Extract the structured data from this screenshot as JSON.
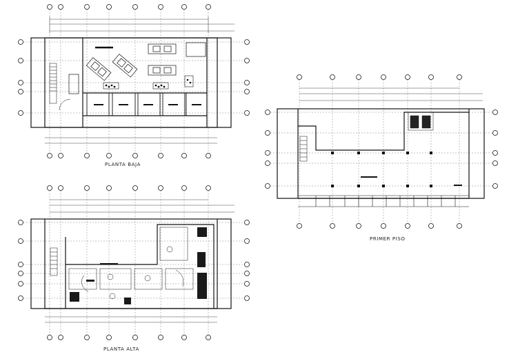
{
  "plans": [
    {
      "id": "ground",
      "label": "PLANTA BAJA"
    },
    {
      "id": "first",
      "label": "PRIMER PISO"
    },
    {
      "id": "upper",
      "label": "PLANTA ALTA"
    }
  ],
  "colors": {
    "background": "#ffffff",
    "line": "#111111",
    "fill": "#1a1a1a",
    "grid": "#555555"
  }
}
